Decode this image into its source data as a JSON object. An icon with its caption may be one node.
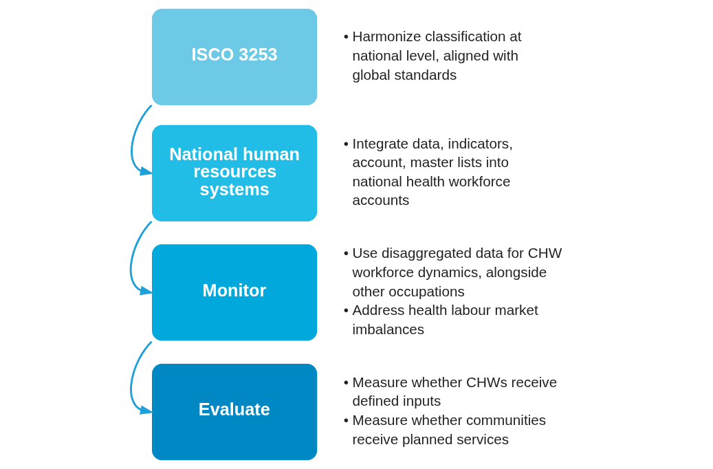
{
  "diagram": {
    "nodes": [
      {
        "text": [
          "ISCO 3253"
        ],
        "beside": [
          "• Harmonize classification at national level, aligned with global standards"
        ]
      },
      {
        "text": [
          "National human resources systems"
        ],
        "beside": [
          "• Integrate data, indicators, account, master lists into national health workforce accounts"
        ]
      },
      {
        "text": [
          "Monitor"
        ],
        "beside": [
          "• Use disaggregated data for CHW workforce dynamics, alongside other occupations",
          "• Address health labour market imbalances"
        ]
      },
      {
        "text": [
          "Evaluate"
        ],
        "beside": [
          "• Measure whether CHWs receive defined inputs",
          "• Measure whether communities receive planned services"
        ]
      }
    ],
    "edges": [
      {
        "from": 0,
        "to": 1,
        "arrow": "to"
      },
      {
        "from": 1,
        "to": 2,
        "arrow": "to"
      },
      {
        "from": 2,
        "to": 3,
        "arrow": "to"
      }
    ]
  }
}
